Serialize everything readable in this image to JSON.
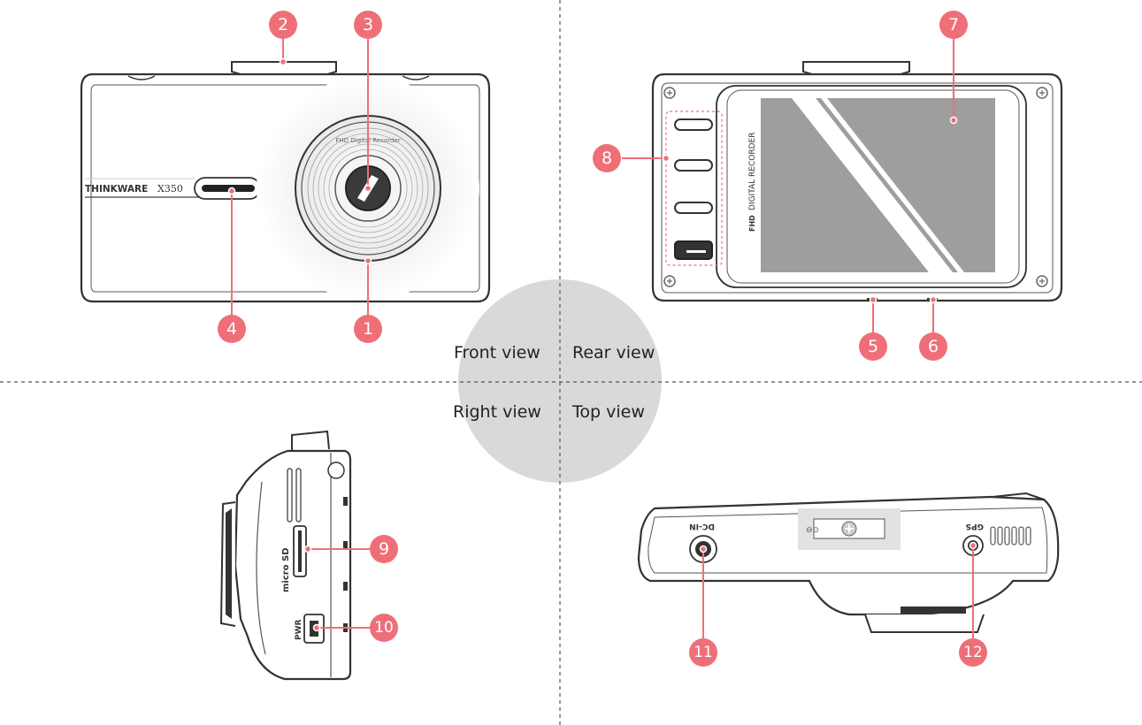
{
  "view_labels": {
    "front": "Front view",
    "rear": "Rear view",
    "right": "Right view",
    "top": "Top view"
  },
  "device": {
    "brand": "THINKWARE",
    "model": "X350",
    "lens_ring_text": "FHD Digital Recorder",
    "screen_side_text": "DIGITAL RECORDER",
    "screen_side_badge": "FHD",
    "sd_slot_label": "micro SD",
    "power_port_label": "PWR",
    "dc_in_label": "DC-IN",
    "gps_label": "GPS"
  },
  "callouts": [
    "1",
    "2",
    "3",
    "4",
    "5",
    "6",
    "7",
    "8",
    "9",
    "10",
    "11",
    "12"
  ],
  "colors": {
    "callout": "#ee6f78",
    "outline": "#333333",
    "divider": "#555555",
    "center_disc": "#d9d9d9",
    "screen": "#9e9e9e"
  }
}
